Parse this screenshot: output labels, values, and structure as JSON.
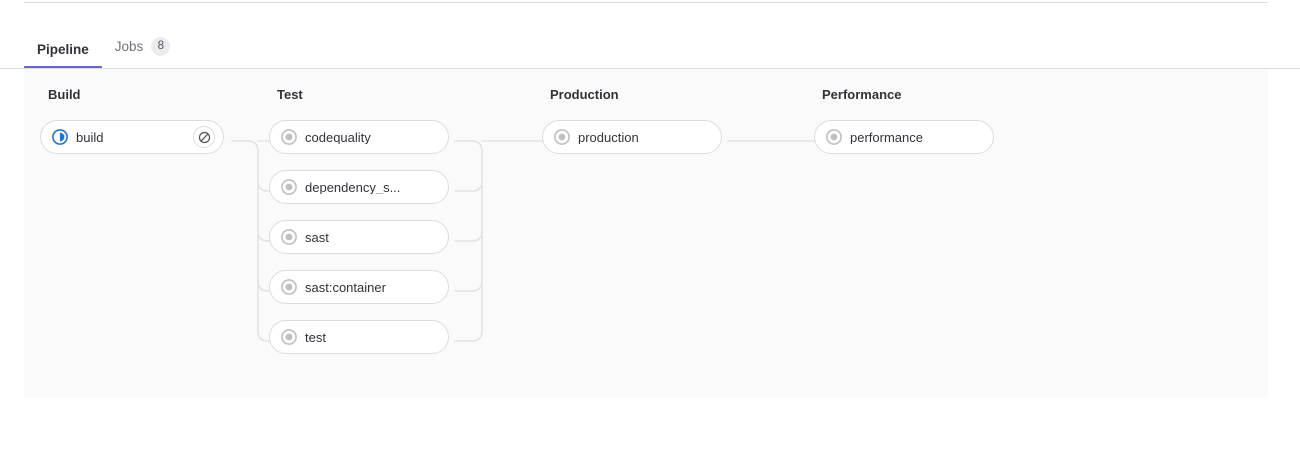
{
  "tabs": [
    {
      "label": "Pipeline",
      "active": true,
      "badge": null
    },
    {
      "label": "Jobs",
      "active": false,
      "badge": "8"
    }
  ],
  "colors": {
    "accent": "#6666c4",
    "panel_background": "#fafafa",
    "running": "#1f75cb",
    "created": "#989096",
    "border": "#dcdcde"
  },
  "pipeline": {
    "stages": [
      {
        "title": "Build",
        "jobs": [
          {
            "name": "build",
            "status": "running",
            "status_icon": "status-running-icon",
            "action": "cancel",
            "action_icon": "cancel-icon"
          }
        ]
      },
      {
        "title": "Test",
        "jobs": [
          {
            "name": "codequality",
            "status": "created",
            "status_icon": "status-created-icon",
            "action": null,
            "action_icon": null
          },
          {
            "name": "dependency_s...",
            "status": "created",
            "status_icon": "status-created-icon",
            "action": null,
            "action_icon": null
          },
          {
            "name": "sast",
            "status": "created",
            "status_icon": "status-created-icon",
            "action": null,
            "action_icon": null
          },
          {
            "name": "sast:container",
            "status": "created",
            "status_icon": "status-created-icon",
            "action": null,
            "action_icon": null
          },
          {
            "name": "test",
            "status": "created",
            "status_icon": "status-created-icon",
            "action": null,
            "action_icon": null
          }
        ]
      },
      {
        "title": "Production",
        "jobs": [
          {
            "name": "production",
            "status": "created",
            "status_icon": "status-created-icon",
            "action": null,
            "action_icon": null
          }
        ]
      },
      {
        "title": "Performance",
        "jobs": [
          {
            "name": "performance",
            "status": "created",
            "status_icon": "status-created-icon",
            "action": null,
            "action_icon": null
          }
        ]
      }
    ]
  }
}
